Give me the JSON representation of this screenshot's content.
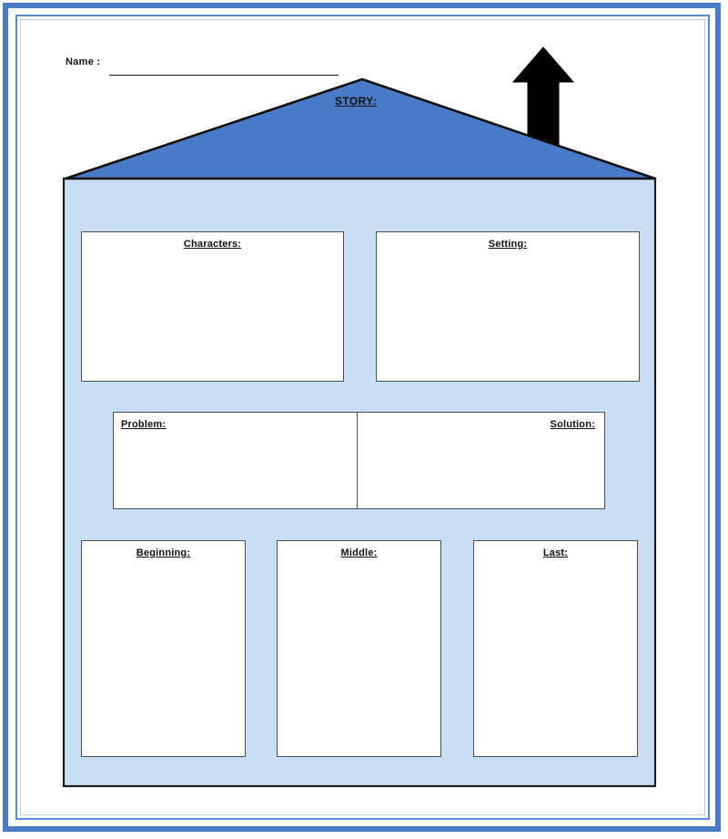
{
  "document": {
    "title": "Story House Graphic Organizer",
    "name_field": {
      "label": "Name :",
      "value": "",
      "placeholder": ""
    }
  },
  "colors": {
    "page_border": "#4a7bc9",
    "page_border_inner": "#5b8ad4",
    "roof_fill": "#4a7bc9",
    "house_fill": "#c9def5",
    "outline": "#111111",
    "box_border": "#4e4e4e",
    "box_fill": "#ffffff",
    "arrow_fill": "#000000"
  },
  "house": {
    "roof_title": "STORY:",
    "arrow": "up-arrow-icon"
  },
  "sections": {
    "row1": [
      {
        "key": "characters",
        "title": "Characters:",
        "align": "center",
        "value": ""
      },
      {
        "key": "setting",
        "title": "Setting:",
        "align": "center",
        "value": ""
      }
    ],
    "row2": [
      {
        "key": "problem",
        "title": "Problem:",
        "align": "left",
        "value": ""
      },
      {
        "key": "solution",
        "title": "Solution:",
        "align": "right",
        "value": ""
      }
    ],
    "row3": [
      {
        "key": "beginning",
        "title": "Beginning:",
        "align": "center",
        "value": ""
      },
      {
        "key": "middle",
        "title": "Middle:",
        "align": "center",
        "value": ""
      },
      {
        "key": "last",
        "title": "Last:",
        "align": "center",
        "value": ""
      }
    ]
  }
}
